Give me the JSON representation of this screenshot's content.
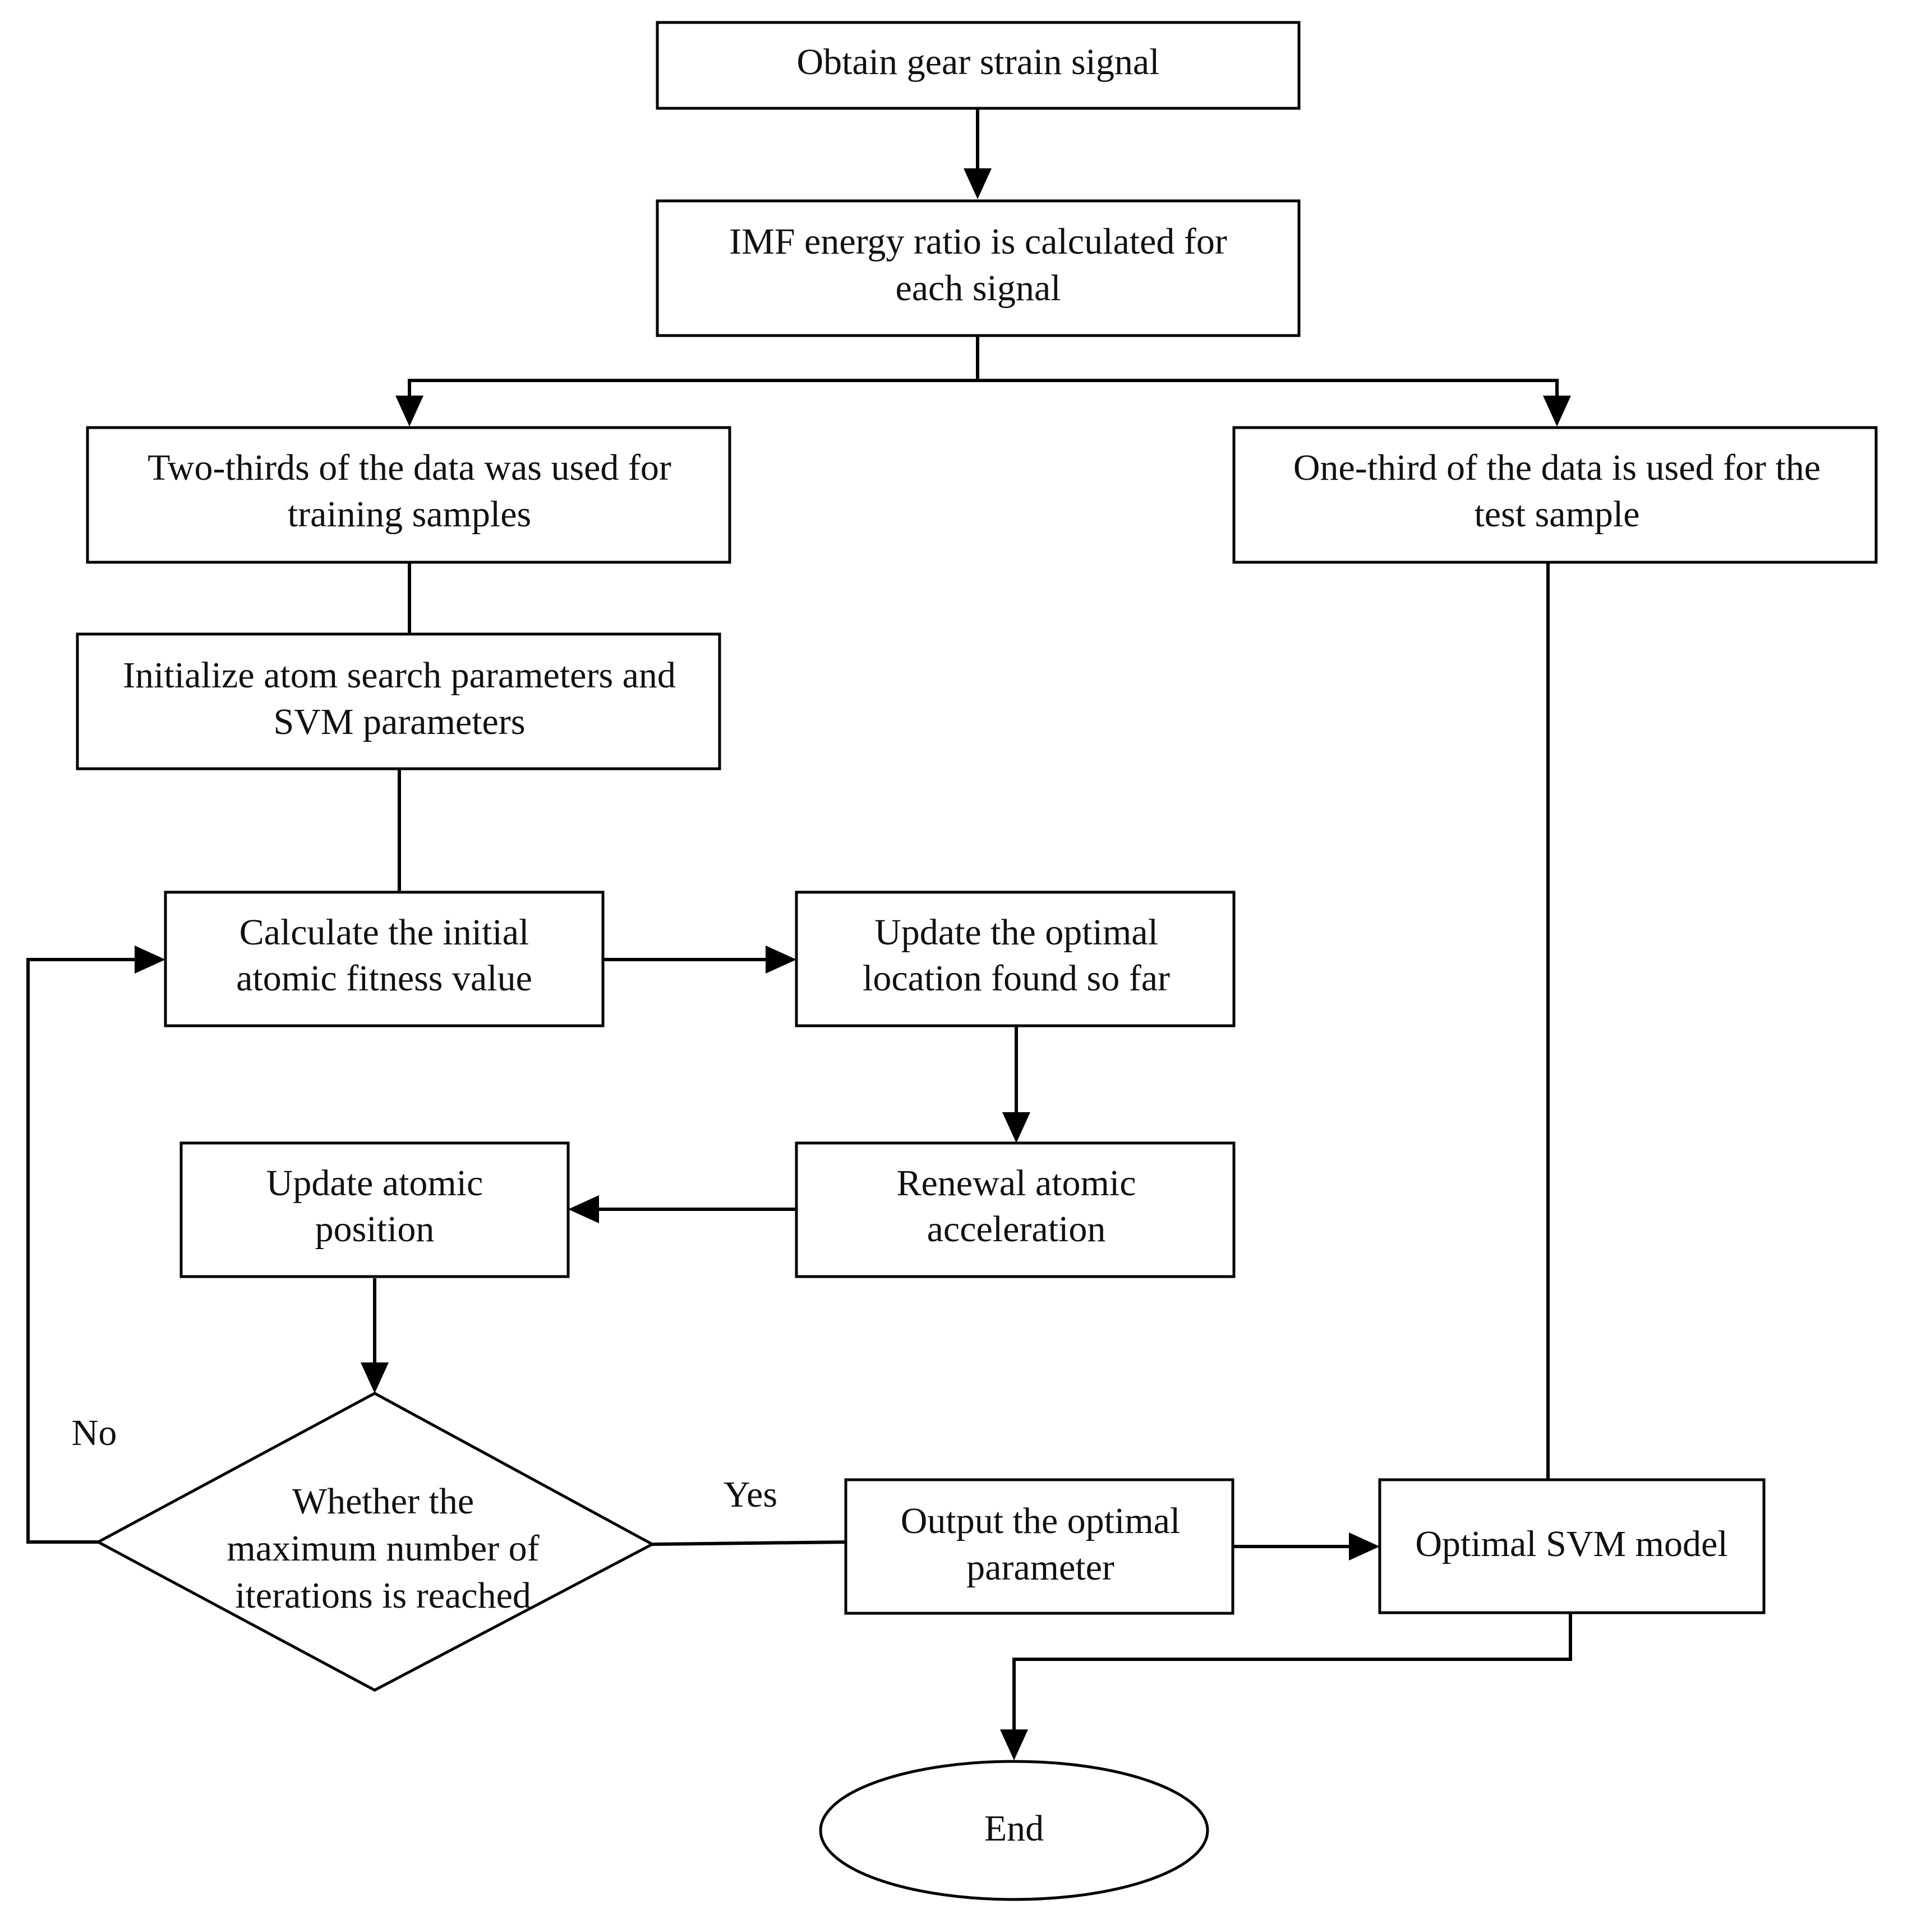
{
  "nodes": {
    "obtain_signal": {
      "lines": [
        "Obtain gear strain signal"
      ]
    },
    "imf_ratio": {
      "lines": [
        "IMF energy ratio is calculated for",
        "each signal"
      ]
    },
    "train_split": {
      "lines": [
        "Two-thirds of the data was used for",
        "training samples"
      ]
    },
    "test_split": {
      "lines": [
        "One-third of the data is used for the",
        "test sample"
      ]
    },
    "init_params": {
      "lines": [
        "Initialize atom search parameters and",
        "SVM parameters"
      ]
    },
    "calc_fitness": {
      "lines": [
        "Calculate the initial",
        "atomic fitness value"
      ]
    },
    "update_optimal": {
      "lines": [
        "Update the optimal",
        "location found so far"
      ]
    },
    "renew_accel": {
      "lines": [
        "Renewal atomic",
        "acceleration"
      ]
    },
    "update_position": {
      "lines": [
        "Update atomic",
        "position"
      ]
    },
    "decision": {
      "lines": [
        "Whether the",
        "maximum number of",
        "iterations is reached"
      ]
    },
    "output_param": {
      "lines": [
        "Output the optimal",
        "parameter"
      ]
    },
    "optimal_svm": {
      "lines": [
        "Optimal SVM model"
      ]
    },
    "end": {
      "lines": [
        "End"
      ]
    }
  },
  "edge_labels": {
    "no": "No",
    "yes": "Yes"
  }
}
